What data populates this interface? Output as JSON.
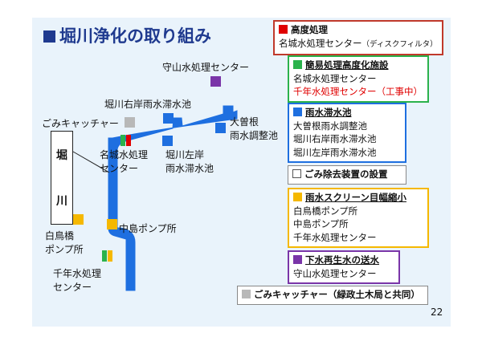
{
  "title": "堀川浄化の取り組み",
  "page_number": "22",
  "colors": {
    "blue": "#1e6fe0",
    "red": "#e00000",
    "green": "#2bb24c",
    "purple": "#7a35a8",
    "orange": "#f5b800",
    "gray": "#b8b8b8",
    "title": "#1f3a8f"
  },
  "map": {
    "river": [
      "堀",
      "川"
    ],
    "moriyama": "守山水処理センター",
    "horikawa_right": "堀川右岸雨水滞水池",
    "gomi_catcher": "ごみキャッチャー",
    "ozone": [
      "大曽根",
      "雨水調整池"
    ],
    "meijo": [
      "名城水処理",
      "センター"
    ],
    "horikawa_left": [
      "堀川左岸",
      "雨水滞水池"
    ],
    "nakajima": "中島ポンプ所",
    "shiraume": [
      "白鳥橋",
      "ポンプ所"
    ],
    "sennen": [
      "千年水処理",
      "センター"
    ]
  },
  "legend": {
    "advanced": {
      "heading": "高度処理",
      "lines": [
        {
          "text": "名城水処理センター",
          "note": "（ディスクフィルタ）"
        }
      ]
    },
    "simple": {
      "heading": "簡易処理高度化施設",
      "lines": [
        "名城水処理センター",
        "千年水処理センター（工事中）"
      ]
    },
    "rain": {
      "heading": "雨水滞水池",
      "lines": [
        "大曽根雨水調整池",
        "堀川右岸雨水滞水池",
        "堀川左岸雨水滞水池"
      ]
    },
    "garbage": {
      "heading": "ごみ除去装置の設置"
    },
    "screen": {
      "heading": "雨水スクリーン目幅縮小",
      "lines": [
        "白鳥橋ポンプ所",
        "中島ポンプ所",
        "千年水処理センター"
      ]
    },
    "reclaimed": {
      "heading": "下水再生水の送水",
      "lines": [
        "守山水処理センター"
      ]
    },
    "catcher": {
      "heading": "ごみキャッチャー（緑政土木局と共同）"
    }
  }
}
